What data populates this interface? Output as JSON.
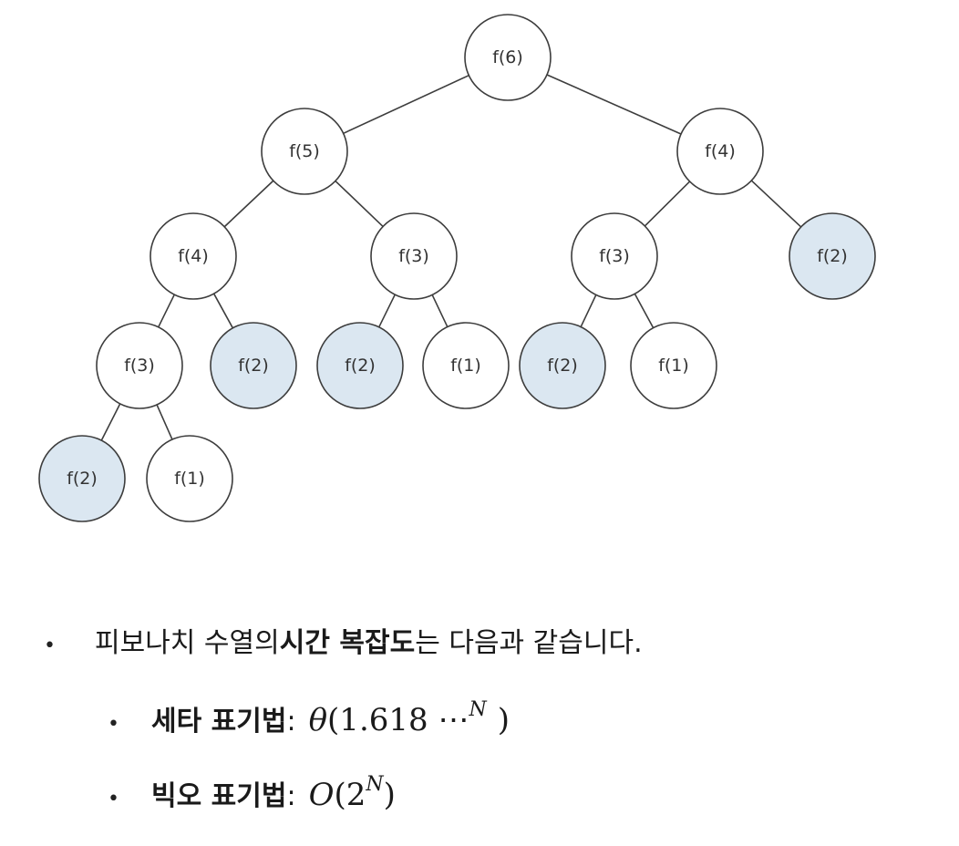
{
  "tree": {
    "highlight_color": "#dbe7f1",
    "nodes": [
      {
        "id": "n1",
        "label": "f(6)",
        "highlighted": false
      },
      {
        "id": "n2",
        "label": "f(5)",
        "highlighted": false
      },
      {
        "id": "n3",
        "label": "f(4)",
        "highlighted": false
      },
      {
        "id": "n4",
        "label": "f(4)",
        "highlighted": false
      },
      {
        "id": "n5",
        "label": "f(3)",
        "highlighted": false
      },
      {
        "id": "n6",
        "label": "f(3)",
        "highlighted": false
      },
      {
        "id": "n7",
        "label": "f(2)",
        "highlighted": true
      },
      {
        "id": "n8",
        "label": "f(3)",
        "highlighted": false
      },
      {
        "id": "n9",
        "label": "f(2)",
        "highlighted": true
      },
      {
        "id": "n10",
        "label": "f(2)",
        "highlighted": true
      },
      {
        "id": "n11",
        "label": "f(1)",
        "highlighted": false
      },
      {
        "id": "n12",
        "label": "f(2)",
        "highlighted": true
      },
      {
        "id": "n13",
        "label": "f(1)",
        "highlighted": false
      },
      {
        "id": "n14",
        "label": "f(2)",
        "highlighted": true
      },
      {
        "id": "n15",
        "label": "f(1)",
        "highlighted": false
      }
    ],
    "edges": [
      [
        "n1",
        "n2"
      ],
      [
        "n1",
        "n3"
      ],
      [
        "n2",
        "n4"
      ],
      [
        "n2",
        "n5"
      ],
      [
        "n3",
        "n6"
      ],
      [
        "n3",
        "n7"
      ],
      [
        "n4",
        "n8"
      ],
      [
        "n4",
        "n9"
      ],
      [
        "n5",
        "n10"
      ],
      [
        "n5",
        "n11"
      ],
      [
        "n6",
        "n12"
      ],
      [
        "n6",
        "n13"
      ],
      [
        "n8",
        "n14"
      ],
      [
        "n8",
        "n15"
      ]
    ]
  },
  "bullets": {
    "main": {
      "prefix": "피보나치 수열의 ",
      "bold": "시간 복잡도",
      "suffix": "는 다음과 같습니다."
    },
    "theta": {
      "label": "세타 표기법",
      "colon": ":",
      "symbol": "θ",
      "body": "(1.618 ⋯",
      "exponent": "N",
      "close": ")"
    },
    "bigo": {
      "label": "빅오 표기법",
      "colon": ":",
      "symbol": "O",
      "body": "(2",
      "exponent": "N",
      "close": ")"
    }
  }
}
